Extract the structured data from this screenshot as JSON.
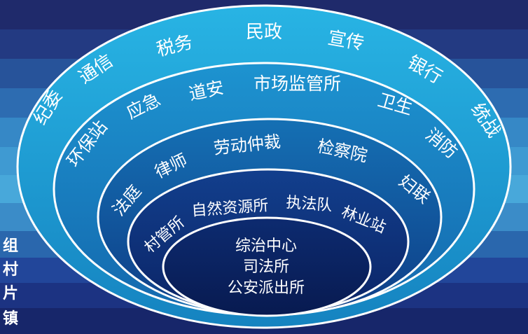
{
  "level_labels": [
    "组",
    "村",
    "片",
    "镇"
  ],
  "rings": [
    {
      "id": "outer",
      "items": [
        "纪委",
        "通信",
        "税务",
        "民政",
        "宣传",
        "银行",
        "统战"
      ]
    },
    {
      "id": "second",
      "items": [
        "环保站",
        "应急",
        "道安",
        "市场监管所",
        "卫生",
        "消防"
      ]
    },
    {
      "id": "third",
      "items": [
        "法庭",
        "律师",
        "劳动仲裁",
        "检察院",
        "妇联"
      ]
    },
    {
      "id": "fourth",
      "items": [
        "村管所",
        "自然资源所",
        "执法队",
        "林业站"
      ]
    },
    {
      "id": "core",
      "items": [
        "综治中心",
        "司法所",
        "公安派出所"
      ]
    }
  ],
  "colors": {
    "outer_fill": "#1e9fd2",
    "second_fill": "#1783c1",
    "third_fill": "#10539a",
    "fourth_fill": "#0d2f78",
    "core_fill": "#0a1f5c",
    "ring_stroke": "#ffffff"
  }
}
